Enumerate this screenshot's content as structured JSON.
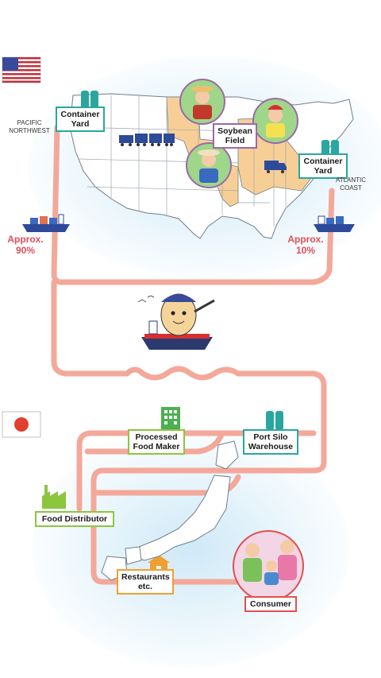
{
  "labels": {
    "container_yard_west": [
      "Container",
      "Yard"
    ],
    "container_yard_east": [
      "Container",
      "Yard"
    ],
    "soybean_field": [
      "Soybean",
      "Field"
    ],
    "pacific_northwest": [
      "PACIFIC",
      "NORTHWEST"
    ],
    "atlantic_coast": [
      "ATLANTIC",
      "COAST"
    ],
    "approx_west": [
      "Approx.",
      "90%"
    ],
    "approx_east": [
      "Approx.",
      "10%"
    ],
    "processed_food_maker": [
      "Processed",
      "Food Maker"
    ],
    "port_silo_warehouse": [
      "Port Silo",
      "Warehouse"
    ],
    "food_distributor": "Food Distributor",
    "restaurants": [
      "Restaurants",
      "etc."
    ],
    "consumer": "Consumer"
  },
  "colors": {
    "route": "#f3a89a",
    "teal": "#2aa6a0",
    "green": "#8cc63f",
    "orange": "#f0a030",
    "percent": "#e0505a",
    "soy_states": "#f7cf96",
    "sea_blue": "#d8eef8"
  },
  "icons": [
    "us-flag-icon",
    "japan-flag-icon",
    "silo-icon",
    "factory-icon",
    "building-icon",
    "ship-icon",
    "train-icon",
    "truck-icon",
    "soybean-mascot-icon"
  ]
}
